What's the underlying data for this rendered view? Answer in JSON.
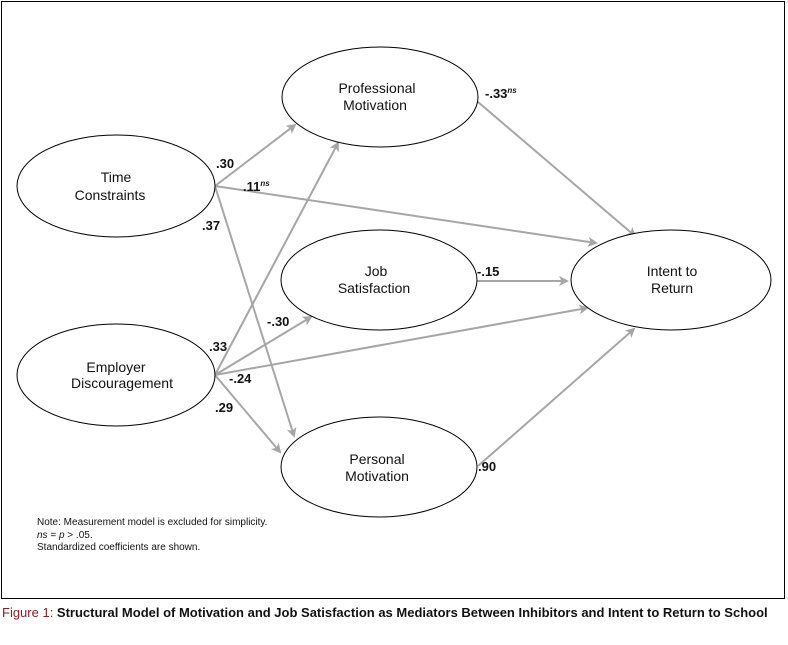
{
  "nodes": {
    "time_constraints": [
      "Time",
      "Constraints"
    ],
    "employer_discouragement": [
      "Employer",
      "Discouragement"
    ],
    "professional_motivation": [
      "Professional",
      "Motivation"
    ],
    "job_satisfaction": [
      "Job",
      "Satisfaction"
    ],
    "personal_motivation": [
      "Personal",
      "Motivation"
    ],
    "intent_to_return": [
      "Intent to",
      "Return"
    ]
  },
  "paths": [
    {
      "from": "time_constraints",
      "to": "professional_motivation",
      "coefficient": ".30"
    },
    {
      "from": "time_constraints",
      "to": "intent_to_return",
      "coefficient": ".11",
      "sup": "ns"
    },
    {
      "from": "time_constraints",
      "to": "personal_motivation",
      "coefficient": ".37"
    },
    {
      "from": "employer_discouragement",
      "to": "professional_motivation",
      "coefficient": ".33"
    },
    {
      "from": "employer_discouragement",
      "to": "job_satisfaction",
      "coefficient": "-.30"
    },
    {
      "from": "employer_discouragement",
      "to": "intent_to_return",
      "coefficient": "-.24"
    },
    {
      "from": "employer_discouragement",
      "to": "personal_motivation",
      "coefficient": ".29"
    },
    {
      "from": "professional_motivation",
      "to": "intent_to_return",
      "coefficient": "-.33",
      "sup": "ns"
    },
    {
      "from": "job_satisfaction",
      "to": "intent_to_return",
      "coefficient": "-.15"
    },
    {
      "from": "personal_motivation",
      "to": "intent_to_return",
      "coefficient": ".90"
    }
  ],
  "note": {
    "line1": "Note: Measurement model is excluded for simplicity.",
    "line2_ns": "ns",
    "line2_eq": " = ",
    "line2_p": "p",
    "line2_rest": " > .05.",
    "line3": "Standardized coefficients are shown."
  },
  "caption": {
    "label": "Figure 1: ",
    "text": "Structural Model of Motivation and Job Satisfaction as Mediators Between Inhibitors and Intent to Return to School"
  },
  "colors": {
    "arrow": "#a6a6a6",
    "caption_label": "#8a1f24"
  }
}
